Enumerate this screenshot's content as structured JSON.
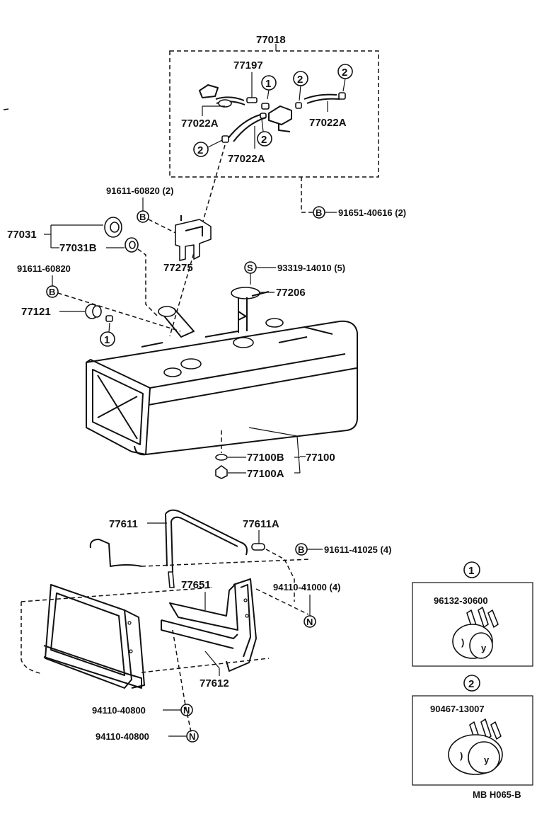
{
  "diagram": {
    "assembly_top": "77018",
    "hose_clip": "77197",
    "hose_a": "77022A",
    "hose_b": "77022A",
    "hose_c": "77022A",
    "bolt_b_left": "91611-60820 (2)",
    "bolt_b_right": "91651-40616 (2)",
    "gauge_part": "77031",
    "gauge_sub": "77031B",
    "bracket": "77275",
    "bolt_b_single": "91611-60820",
    "cap": "77121",
    "screw_s": "93319-14010 (5)",
    "sender": "77206",
    "tank_assembly": "77100",
    "drain_gasket": "77100B",
    "drain_plug": "77100A",
    "band_front": "77611",
    "band_pin": "77611A",
    "bolt_b_band": "91611-41025 (4)",
    "band_rear": "77651",
    "nut_band": "94110-41000 (4)",
    "band_bottom": "77612",
    "nut_lower_1": "94110-40800",
    "nut_lower_2": "94110-40800",
    "code": "MB H065-B"
  },
  "marks": {
    "one": "1",
    "two": "2",
    "b": "B",
    "s": "S",
    "n": "N"
  },
  "legend": {
    "box1_number": "1",
    "box1_part": "96132-30600",
    "box2_number": "2",
    "box2_part": "90467-13007"
  }
}
